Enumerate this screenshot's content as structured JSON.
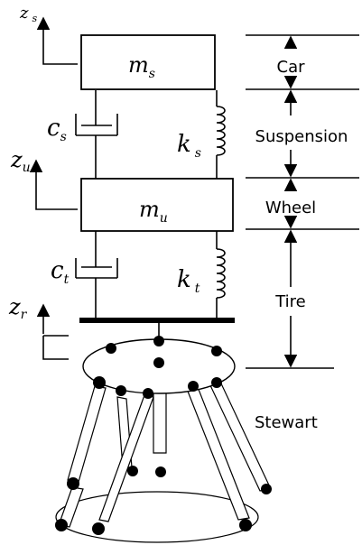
{
  "masses": {
    "car": {
      "sym": "m",
      "sub": "s"
    },
    "wheel": {
      "sym": "m",
      "sub": "u"
    }
  },
  "dampers": {
    "suspension": {
      "sym": "c",
      "sub": "s"
    },
    "tire": {
      "sym": "c",
      "sub": "t"
    }
  },
  "springs": {
    "suspension": {
      "sym": "k",
      "sub": "s"
    },
    "tire": {
      "sym": "k",
      "sub": "t"
    }
  },
  "coordinates": {
    "car": {
      "sym": "z",
      "sub": "s"
    },
    "wheel": {
      "sym": "z",
      "sub": "u"
    },
    "road": {
      "sym": "z",
      "sub": "r"
    }
  },
  "dimension_labels": {
    "car": "Car",
    "suspension": "Suspension",
    "wheel": "Wheel",
    "tire": "Tire"
  },
  "platform_label": "Stewart"
}
